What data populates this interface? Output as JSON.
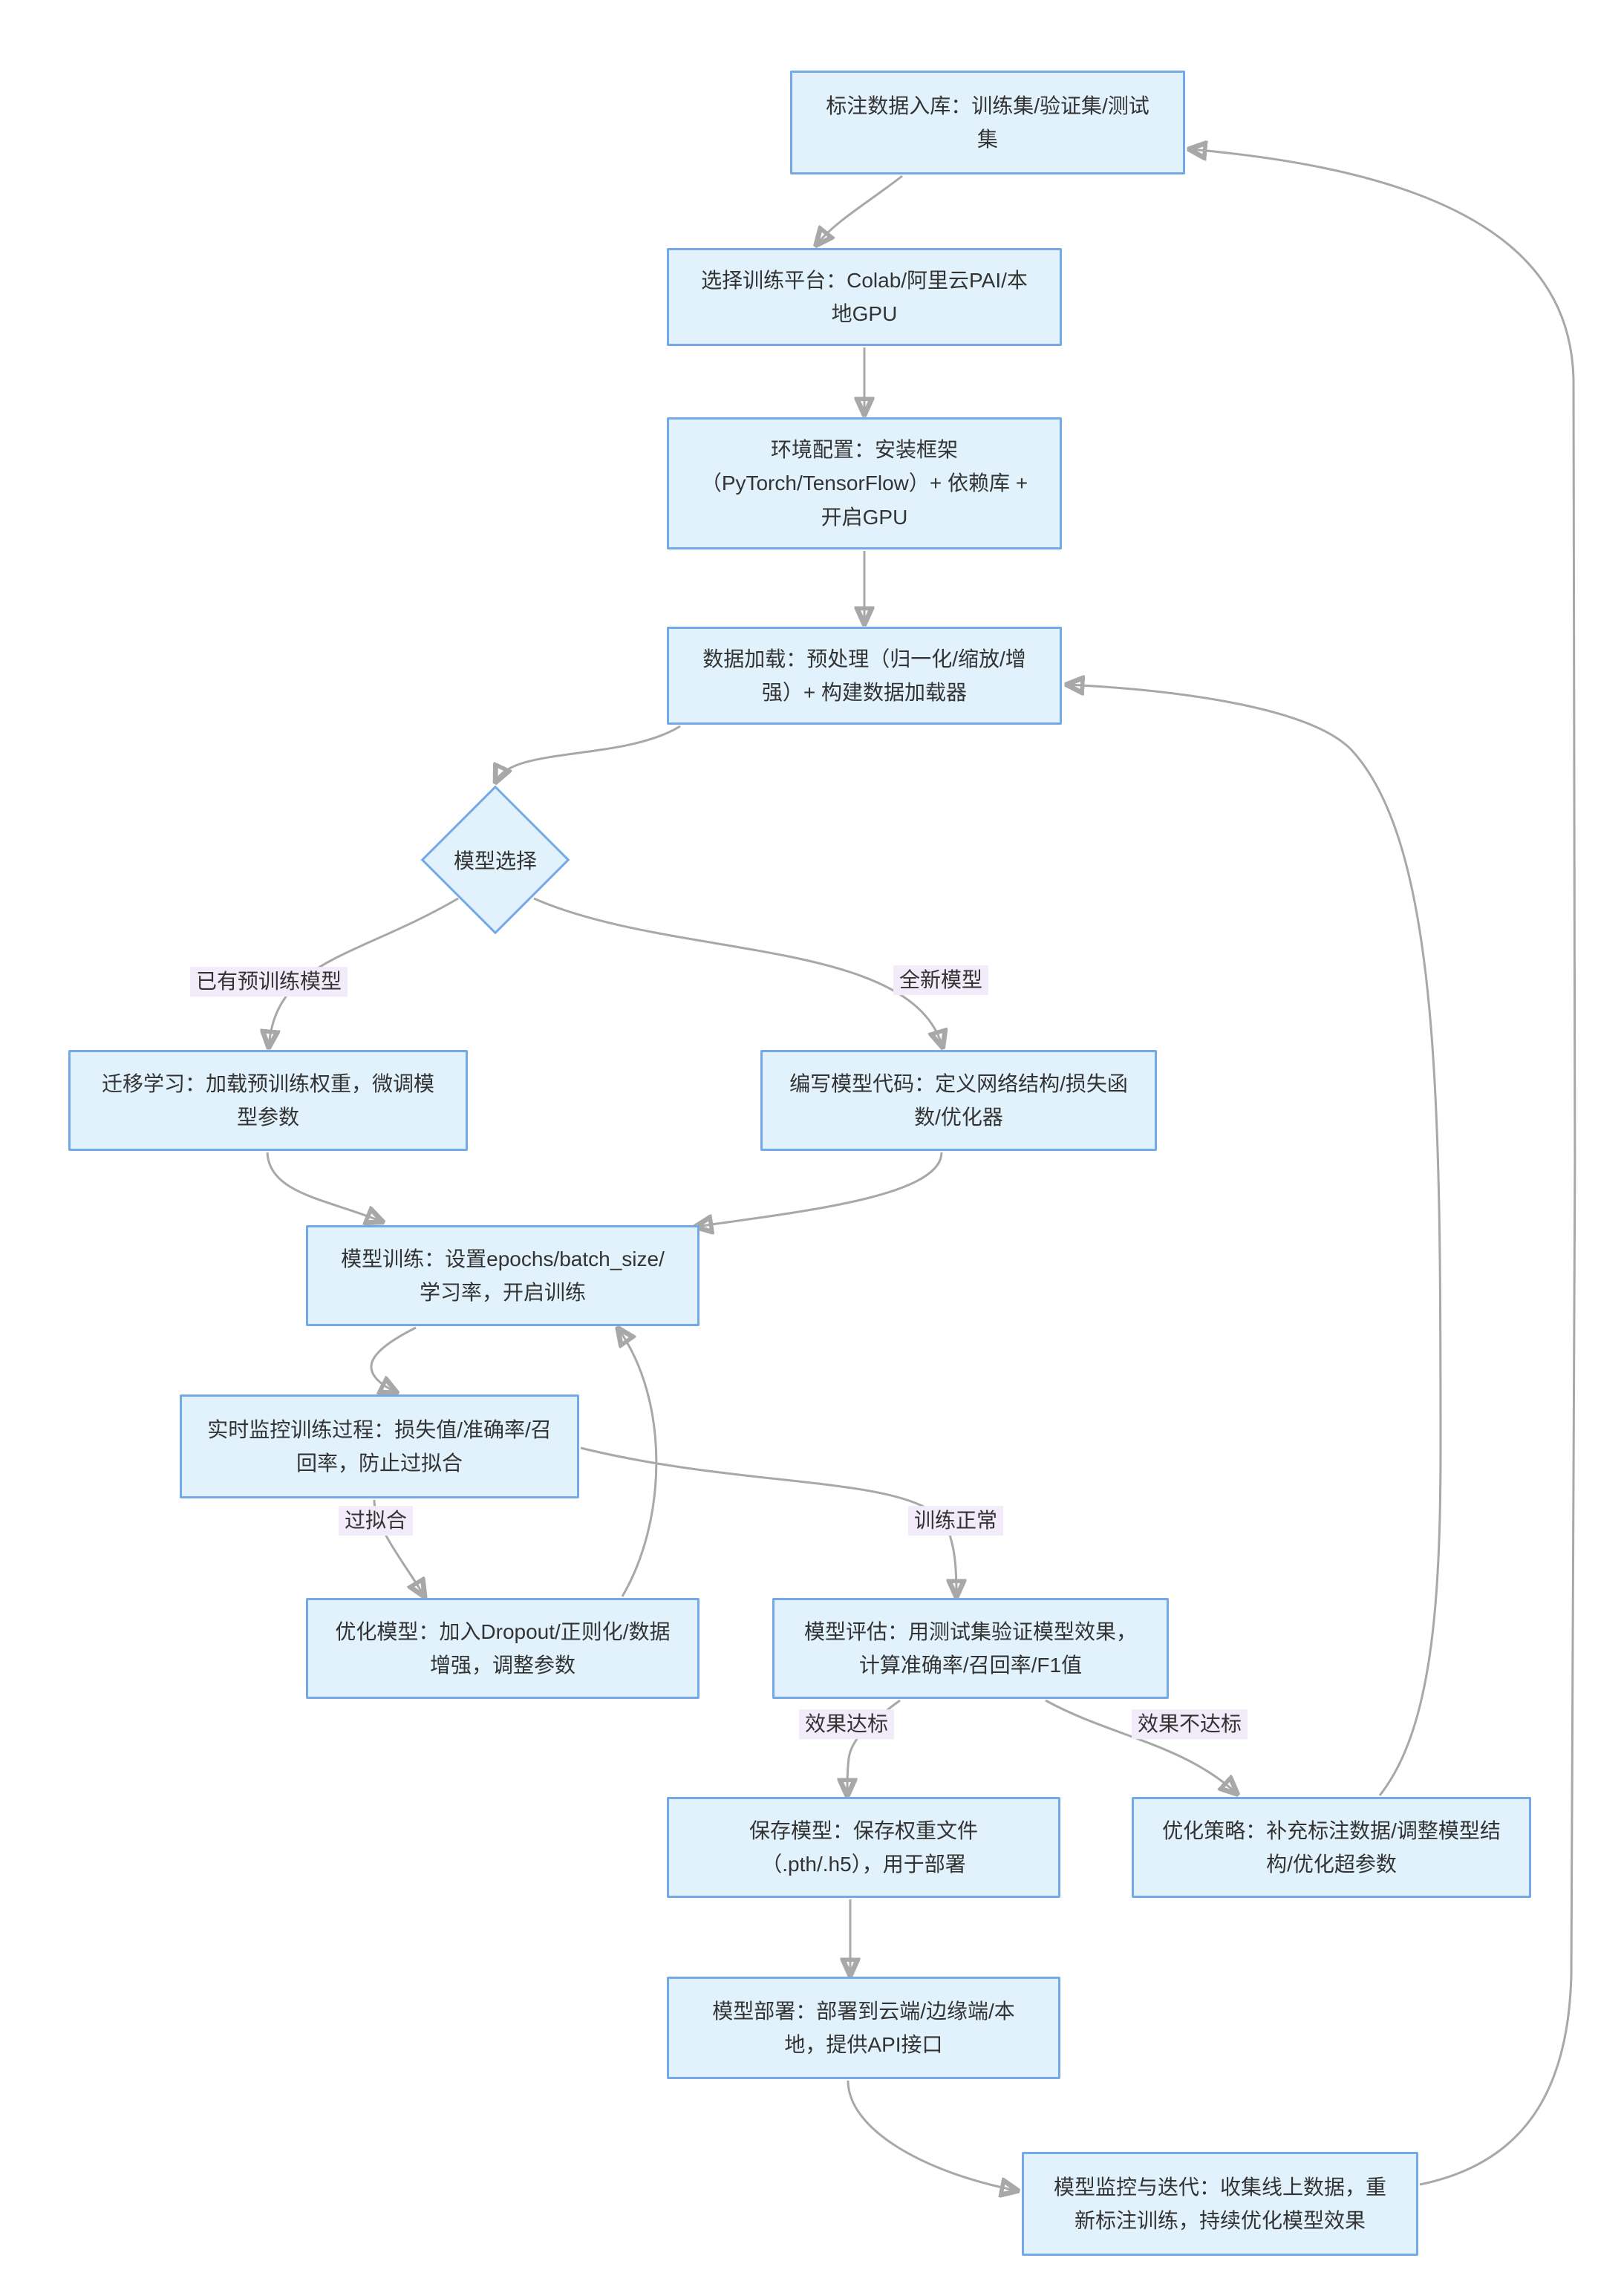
{
  "diagram": {
    "type": "flowchart",
    "direction": "top-down",
    "colors": {
      "node_fill": "#e1f2fd",
      "node_border": "#72a9e6",
      "edge_line": "#a8a8a8",
      "edge_label_bg": "#f2ebfa",
      "text": "#333333",
      "background": "#ffffff"
    },
    "nodes": [
      {
        "id": "ingest",
        "shape": "rect",
        "label": "标注数据入库：训练集/验证集/测试集"
      },
      {
        "id": "platform",
        "shape": "rect",
        "label": "选择训练平台：Colab/阿里云PAI/本地GPU"
      },
      {
        "id": "env",
        "shape": "rect",
        "label": "环境配置：安装框架（PyTorch/TensorFlow）+ 依赖库 + 开启GPU"
      },
      {
        "id": "dataload",
        "shape": "rect",
        "label": "数据加载：预处理（归一化/缩放/增强）+ 构建数据加载器"
      },
      {
        "id": "model-select",
        "shape": "diamond",
        "label": "模型选择"
      },
      {
        "id": "transfer",
        "shape": "rect",
        "label": "迁移学习：加载预训练权重，微调模型参数"
      },
      {
        "id": "write-code",
        "shape": "rect",
        "label": "编写模型代码：定义网络结构/损失函数/优化器"
      },
      {
        "id": "train",
        "shape": "rect",
        "label": "模型训练：设置epochs/batch_size/学习率，开启训练"
      },
      {
        "id": "monitor",
        "shape": "rect",
        "label": "实时监控训练过程：损失值/准确率/召回率，防止过拟合"
      },
      {
        "id": "optimize-model",
        "shape": "rect",
        "label": "优化模型：加入Dropout/正则化/数据增强，调整参数"
      },
      {
        "id": "evaluate",
        "shape": "rect",
        "label": "模型评估：用测试集验证模型效果，计算准确率/召回率/F1值"
      },
      {
        "id": "save",
        "shape": "rect",
        "label": "保存模型：保存权重文件（.pth/.h5），用于部署"
      },
      {
        "id": "strategy",
        "shape": "rect",
        "label": "优化策略：补充标注数据/调整模型结构/优化超参数"
      },
      {
        "id": "deploy",
        "shape": "rect",
        "label": "模型部署：部署到云端/边缘端/本地，提供API接口"
      },
      {
        "id": "iterate",
        "shape": "rect",
        "label": "模型监控与迭代：收集线上数据，重新标注训练，持续优化模型效果"
      }
    ],
    "edges": [
      {
        "from": "ingest",
        "to": "platform",
        "label": ""
      },
      {
        "from": "platform",
        "to": "env",
        "label": ""
      },
      {
        "from": "env",
        "to": "dataload",
        "label": ""
      },
      {
        "from": "dataload",
        "to": "model-select",
        "label": ""
      },
      {
        "from": "model-select",
        "to": "transfer",
        "label": "已有预训练模型"
      },
      {
        "from": "model-select",
        "to": "write-code",
        "label": "全新模型"
      },
      {
        "from": "transfer",
        "to": "train",
        "label": ""
      },
      {
        "from": "write-code",
        "to": "train",
        "label": ""
      },
      {
        "from": "train",
        "to": "monitor",
        "label": ""
      },
      {
        "from": "monitor",
        "to": "optimize-model",
        "label": "过拟合"
      },
      {
        "from": "optimize-model",
        "to": "train",
        "label": ""
      },
      {
        "from": "monitor",
        "to": "evaluate",
        "label": "训练正常"
      },
      {
        "from": "evaluate",
        "to": "save",
        "label": "效果达标"
      },
      {
        "from": "evaluate",
        "to": "strategy",
        "label": "效果不达标"
      },
      {
        "from": "save",
        "to": "deploy",
        "label": ""
      },
      {
        "from": "strategy",
        "to": "dataload",
        "label": ""
      },
      {
        "from": "deploy",
        "to": "iterate",
        "label": ""
      },
      {
        "from": "iterate",
        "to": "ingest",
        "label": ""
      }
    ]
  }
}
